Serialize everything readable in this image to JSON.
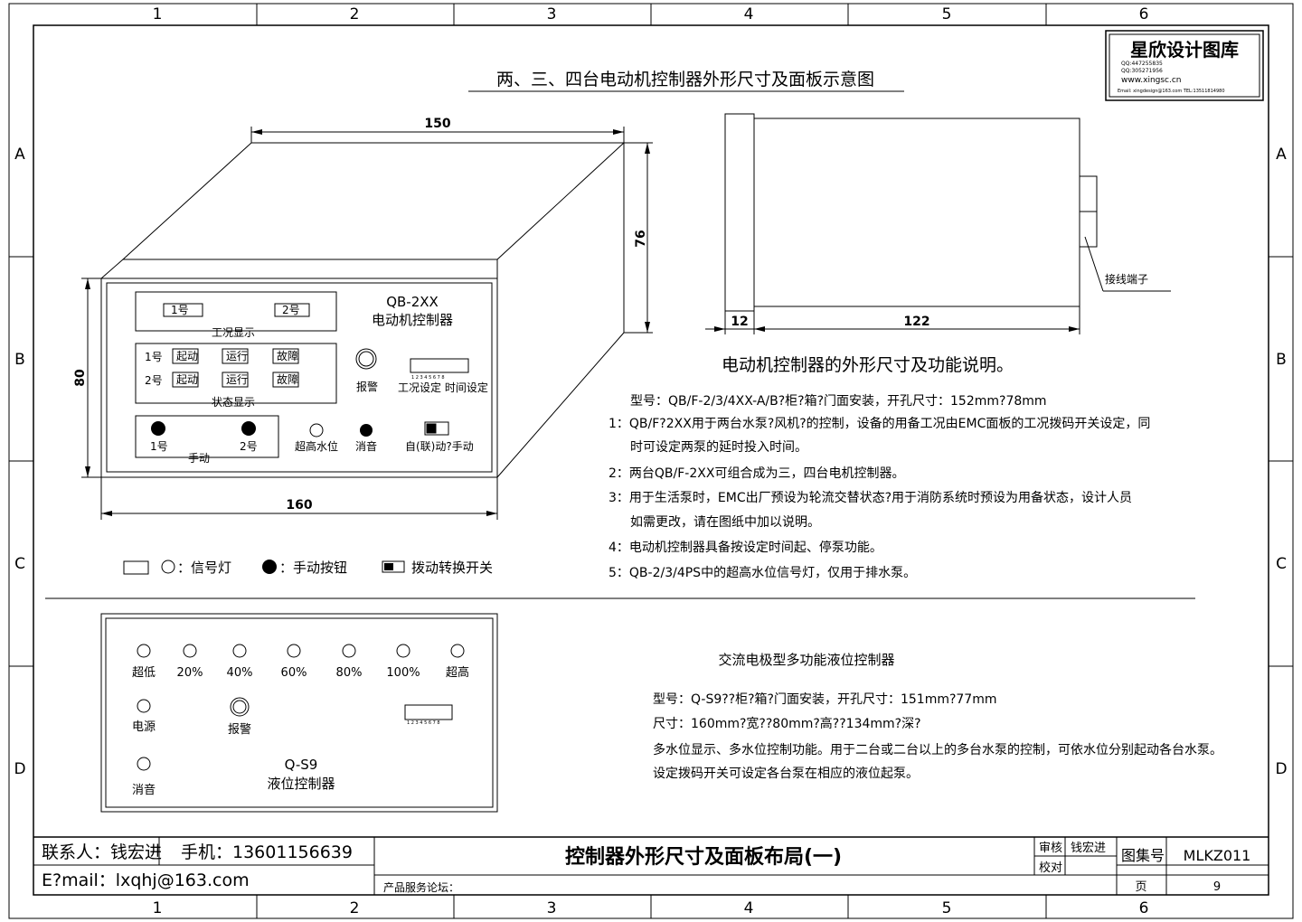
{
  "frame": {
    "columns": [
      "1",
      "2",
      "3",
      "4",
      "5",
      "6"
    ],
    "rows": [
      "A",
      "B",
      "C",
      "D"
    ]
  },
  "logo": {
    "name": "星欣设计图库",
    "qq1": "QQ:447255835",
    "qq2": "QQ:305271956",
    "site": "www.xingsc.cn",
    "contact": "Email: xingdesign@163.com  TEL:13511814980"
  },
  "title": "两、三、四台电动机控制器外形尺寸及面板示意图",
  "dims": {
    "top_width": "150",
    "height_3d": "76",
    "front_height": "80",
    "front_width": "160",
    "side_front": "12",
    "side_depth": "122"
  },
  "terminal_label": "接线端子",
  "front_panel": {
    "model": "QB-2XX",
    "name": "电动机控制器",
    "pump1": "1号",
    "pump2": "2号",
    "work_display": "工况显示",
    "status_display": "状态显示",
    "row1": "1号",
    "row2": "2号",
    "start": "起动",
    "run": "运行",
    "fault": "故障",
    "alarm": "报警",
    "dip_numbers": "1 2 3 4 5 6 7 8",
    "dip_caption": "工况设定 时间设定",
    "manual": "手动",
    "manual1": "1号",
    "manual2": "2号",
    "overhigh": "超高水位",
    "mute": "消音",
    "mode_switch": "自(联)动?手动"
  },
  "legend": {
    "lamp": "：信号灯",
    "button": "：手动按钮",
    "switch": "拨动转换开关"
  },
  "spec_title": "电动机控制器的外形尺寸及功能说明。",
  "spec_lines": [
    "型号：QB/F-2/3/4XX-A/B?柜?箱?门面安装，开孔尺寸：152mm?78mm",
    "1：QB/F?2XX用于两台水泵?风机?的控制，设备的用备工况由EMC面板的工况拨码开关设定，同",
    "时可设定两泵的延时投入时间。",
    "2：两台QB/F-2XX可组合成为三，四台电机控制器。",
    "3：用于生活泵时，EMC出厂预设为轮流交替状态?用于消防系统时预设为用备状态，设计人员",
    "如需更改，请在图纸中加以说明。",
    "4：电动机控制器具备按设定时间起、停泵功能。",
    "5：QB-2/3/4PS中的超高水位信号灯，仅用于排水泵。"
  ],
  "level_panel": {
    "lamps": [
      "超低",
      "20%",
      "40%",
      "60%",
      "80%",
      "100%",
      "超高"
    ],
    "power": "电源",
    "alarm": "报警",
    "mute": "消音",
    "dip_numbers": "1 2 3 4 5 6 7 8",
    "model": "Q-S9",
    "name": "液位控制器"
  },
  "level_title": "交流电极型多功能液位控制器",
  "level_lines": [
    "型号：Q-S9??柜?箱?门面安装，开孔尺寸：151mm?77mm",
    "尺寸：160mm?宽??80mm?高??134mm?深?",
    "多水位显示、多水位控制功能。用于二台或二台以上的多台水泵的控制，可依水位分别起动各台水泵。",
    "设定拨码开关可设定各台泵在相应的液位起泵。"
  ],
  "title_block": {
    "contact": "联系人：钱宏进",
    "phone": "手机：13601156639",
    "email": "E?mail：lxqhj@163.com",
    "drawing_title": "控制器外形尺寸及面板布局(一)",
    "forum": "产品服务论坛：",
    "review": "审核",
    "reviewer": "钱宏进",
    "check": "校对",
    "atlas_label": "图集号",
    "atlas_no": "MLKZ011",
    "page_label": "页",
    "page_no": "9"
  }
}
